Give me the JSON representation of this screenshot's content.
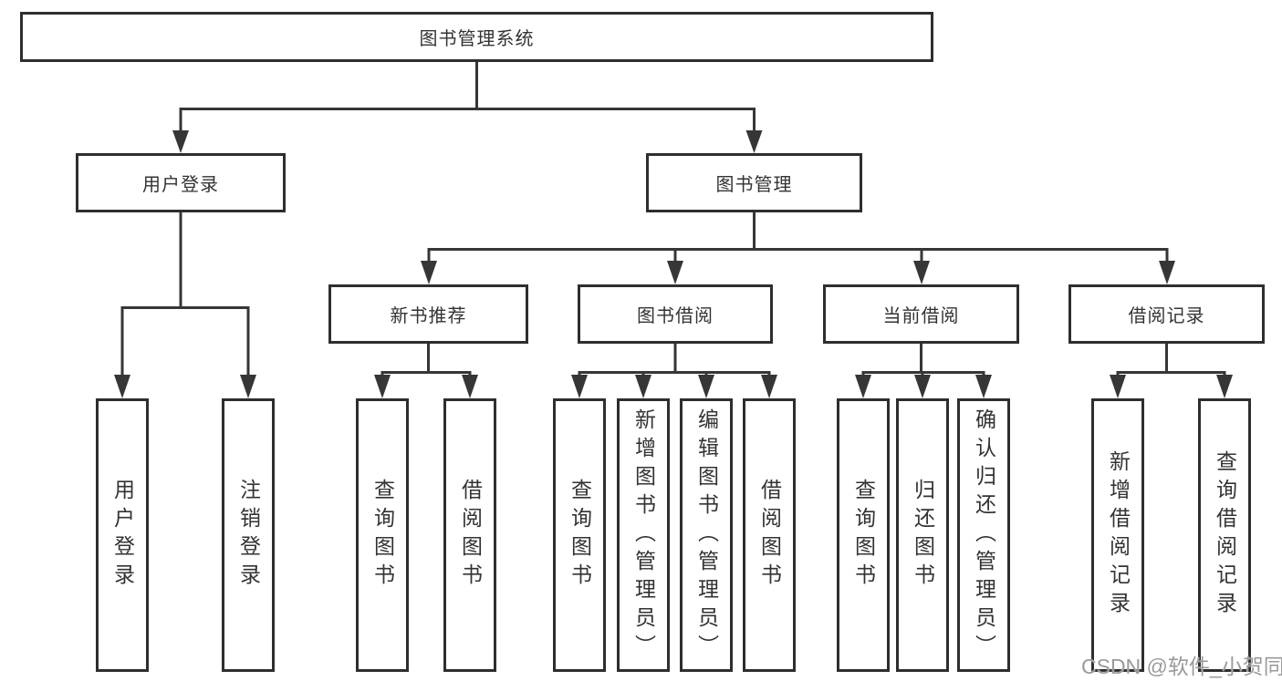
{
  "diagram": {
    "root": "图书管理系统",
    "level2": {
      "user_login": "用户登录",
      "book_management": "图书管理"
    },
    "level3": {
      "new_book_recommend": "新书推荐",
      "book_borrowing": "图书借阅",
      "current_borrowing": "当前借阅",
      "borrowing_records": "借阅记录"
    },
    "leaves": {
      "user_login": "用户登录",
      "logout": "注销登录",
      "recommend_query_books": "查询图书",
      "recommend_borrow_books": "借阅图书",
      "borrowing_query_books": "查询图书",
      "borrowing_add_books_admin": "新增图书（管理员）",
      "borrowing_edit_books_admin": "编辑图书（管理员）",
      "borrowing_borrow_books": "借阅图书",
      "current_query_books": "查询图书",
      "current_return_books": "归还图书",
      "current_confirm_return_admin": "确认归还（管理员）",
      "records_add_record": "新增借阅记录",
      "records_query_record": "查询借阅记录"
    }
  },
  "watermark": {
    "text": "CSDN @软件_小贺同学",
    "color": "#9a9a9a"
  },
  "colors": {
    "line": "#363636",
    "box_border": "#2e2e2e",
    "text": "#333333",
    "background": "#ffffff"
  }
}
